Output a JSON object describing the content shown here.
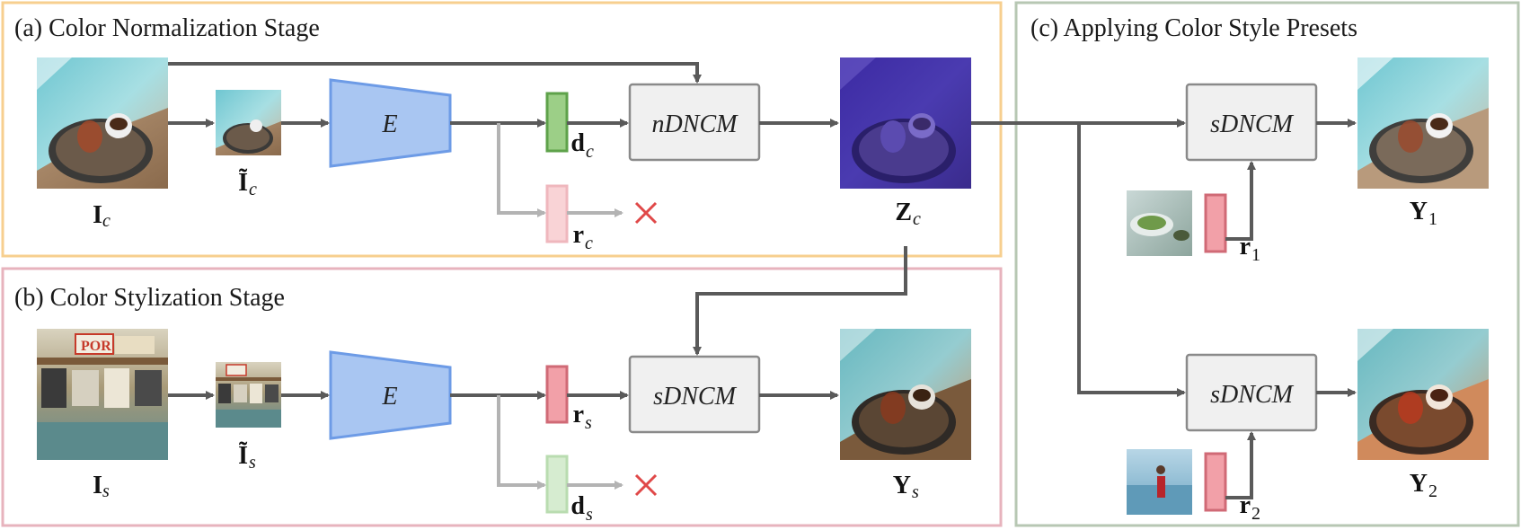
{
  "panels": {
    "a": {
      "title": "(a) Color Normalization Stage"
    },
    "b": {
      "title": "(b) Color Stylization Stage"
    },
    "c": {
      "title": "(c) Applying Color Style Presets"
    }
  },
  "blocks": {
    "encoder": "E",
    "ndncm": "nDNCM",
    "sdncm": "sDNCM"
  },
  "variables": {
    "Ic": {
      "main": "I",
      "sub": "c"
    },
    "Ict": {
      "main": "Ĩ",
      "sub": "c"
    },
    "dc": {
      "main": "d",
      "sub": "c"
    },
    "rc": {
      "main": "r",
      "sub": "c"
    },
    "Zc": {
      "main": "Z",
      "sub": "c"
    },
    "Is": {
      "main": "I",
      "sub": "s"
    },
    "Ist": {
      "main": "Ĩ",
      "sub": "s"
    },
    "rs": {
      "main": "r",
      "sub": "s"
    },
    "ds": {
      "main": "d",
      "sub": "s"
    },
    "Ys": {
      "main": "Y",
      "sub": "s"
    },
    "Y1": {
      "main": "Y",
      "sub": "1"
    },
    "Y2": {
      "main": "Y",
      "sub": "2"
    },
    "r1": {
      "main": "r",
      "sub": "1"
    },
    "r2": {
      "main": "r",
      "sub": "2"
    }
  },
  "colors": {
    "panel_a_border": "#f7cf8f",
    "panel_b_border": "#e7b3bd",
    "panel_c_border": "#b7c7b3",
    "encoder_fill": "#a9c6f2",
    "encoder_stroke": "#6d9be6",
    "block_fill": "#f0f0f0",
    "block_stroke": "#8a8a8a",
    "d_vector_fill": "#9ccf87",
    "d_vector_stroke": "#5ea24a",
    "r_vector_fill": "#f2a0a8",
    "r_vector_stroke": "#d06a76",
    "faded_r_fill": "#f9d3d6",
    "faded_d_fill": "#d6ecd0",
    "arrow": "#5a5a5a",
    "faded_arrow": "#b3b3b3",
    "cross": "#e04848"
  },
  "icons": {
    "discard": "cross-icon"
  }
}
